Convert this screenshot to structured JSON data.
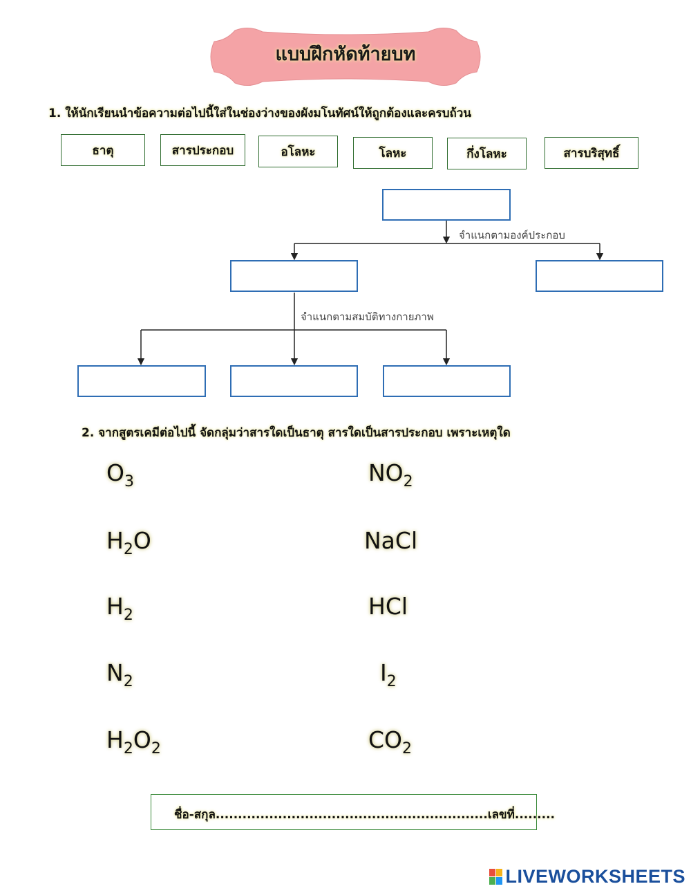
{
  "title": "แบบฝึกหัดท้ายบท",
  "q1": {
    "text": "1.  ให้นักเรียนนำข้อความต่อไปนี้ใส่ในช่องว่างของผังมโนทัศน์ให้ถูกต้องและครบถ้วน",
    "words": [
      "ธาตุ",
      "สารประกอบ",
      "อโลหะ",
      "โลหะ",
      "กึ่งโลหะ",
      "สารบริสุทธิ์"
    ]
  },
  "diagram": {
    "label_composition": "จำแนกตามองค์ประกอบ",
    "label_physical": "จำแนกตามสมบัติทางกายภาพ"
  },
  "q2": {
    "text": "2.  จากสูตรเคมีต่อไปนี้  จัดกลุ่มว่าสารใดเป็นธาตุ  สารใดเป็นสารประกอบ  เพราะเหตุใด",
    "formulas_left": [
      {
        "parts": [
          [
            "O",
            ""
          ],
          [
            "3",
            "sub"
          ]
        ]
      },
      {
        "parts": [
          [
            "H",
            ""
          ],
          [
            "2",
            "sub"
          ],
          [
            "O",
            ""
          ]
        ]
      },
      {
        "parts": [
          [
            "H",
            ""
          ],
          [
            "2",
            "sub"
          ]
        ]
      },
      {
        "parts": [
          [
            "N",
            ""
          ],
          [
            "2",
            "sub"
          ]
        ]
      },
      {
        "parts": [
          [
            "H",
            ""
          ],
          [
            "2",
            "sub"
          ],
          [
            "O",
            ""
          ],
          [
            "2",
            "sub"
          ]
        ]
      }
    ],
    "formulas_right": [
      {
        "parts": [
          [
            "NO",
            ""
          ],
          [
            "2",
            "sub"
          ]
        ]
      },
      {
        "parts": [
          [
            "NaCl",
            ""
          ]
        ]
      },
      {
        "parts": [
          [
            "HCl",
            ""
          ]
        ]
      },
      {
        "parts": [
          [
            "I",
            ""
          ],
          [
            "2",
            "sub"
          ]
        ]
      },
      {
        "parts": [
          [
            "CO",
            ""
          ],
          [
            "2",
            "sub"
          ]
        ]
      }
    ]
  },
  "footer": {
    "name_line": "ชื่อ-สกุล.............................................................เลขที่........."
  },
  "brand": {
    "name": "LIVEWORKSHEETS",
    "icon": "liveworksheets-logo-icon",
    "colors": {
      "banner": "#f4a3a6",
      "brand_text": "#1a4f9c",
      "box_border": "#2e6db4"
    }
  }
}
